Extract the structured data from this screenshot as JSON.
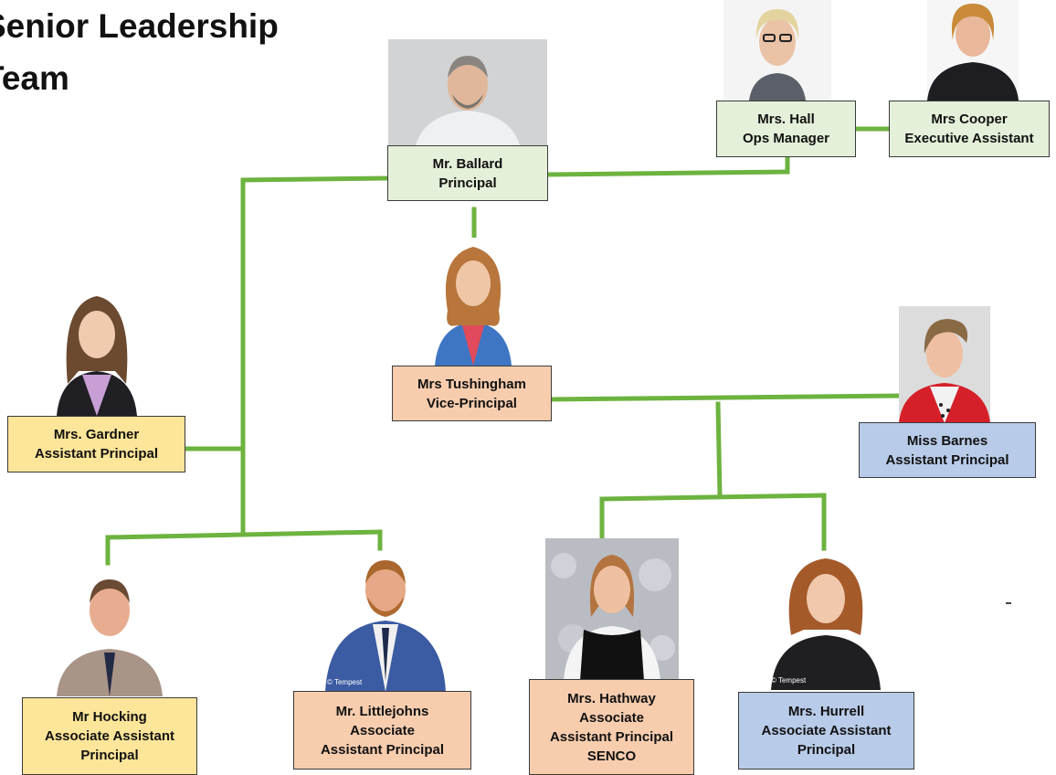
{
  "title": {
    "line1": "Senior Leadership",
    "line2": "Team"
  },
  "colors": {
    "connector": "#6db33f",
    "green_box": "#e4f0d9",
    "peach_box": "#f7cdae",
    "yellow_box": "#fde599",
    "blue_box": "#b8cbe8"
  },
  "staff": {
    "ballard": {
      "name": "Mr. Ballard",
      "role": "Principal"
    },
    "hall": {
      "name": "Mrs. Hall",
      "role": "Ops Manager"
    },
    "cooper": {
      "name": "Mrs Cooper",
      "role": "Executive Assistant"
    },
    "tushingham": {
      "name": "Mrs Tushingham",
      "role": "Vice-Principal"
    },
    "gardner": {
      "name": "Mrs. Gardner",
      "role": "Assistant Principal"
    },
    "barnes": {
      "name": "Miss Barnes",
      "role": "Assistant Principal"
    },
    "hocking": {
      "name": "Mr Hocking",
      "role": "Associate Assistant",
      "role2": "Principal"
    },
    "littlejohns": {
      "name": "Mr. Littlejohns",
      "role": "Associate",
      "role2": "Assistant Principal"
    },
    "hathway": {
      "name": "Mrs. Hathway",
      "role": "Associate",
      "role2": "Assistant Principal",
      "role3": "SENCO"
    },
    "hurrell": {
      "name": "Mrs. Hurrell",
      "role": "Associate Assistant",
      "role2": "Principal"
    }
  },
  "watermark": "© Tempest"
}
